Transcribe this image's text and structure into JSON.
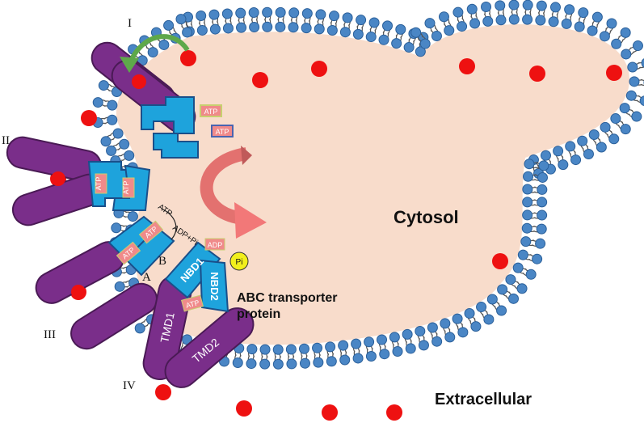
{
  "labels": {
    "stage_I": "I",
    "stage_II": "II",
    "stage_III": "III",
    "stage_IV": "IV",
    "A": "A",
    "B": "B",
    "cytosol": "Cytosol",
    "extracellular": "Extracellular",
    "transporter_line1": "ABC transporter",
    "transporter_line2": "protein",
    "atp": "ATP",
    "adp": "ADP",
    "adp_pi": "ADP+Pi",
    "pi": "Pi",
    "tmd1": "TMD1",
    "tmd2": "TMD2",
    "nbd1": "NBD1",
    "nbd2": "NBD2"
  },
  "colors": {
    "cytosol_fill": "#f8dccb",
    "lipid_head": "#4a86c5",
    "lipid_head_stroke": "#2a5f99",
    "tail": "#555555",
    "substrate": "#ee1111",
    "tmd": "#7a2e8a",
    "tmd_stroke": "#4a1a55",
    "nbd": "#1ea3dc",
    "nbd_stroke": "#1a4f8a",
    "atp_box": "#f08a8a",
    "pi_fill": "#f2ef1c",
    "arrow_green": "#5ea84a",
    "arrow_red": "#e06565"
  }
}
